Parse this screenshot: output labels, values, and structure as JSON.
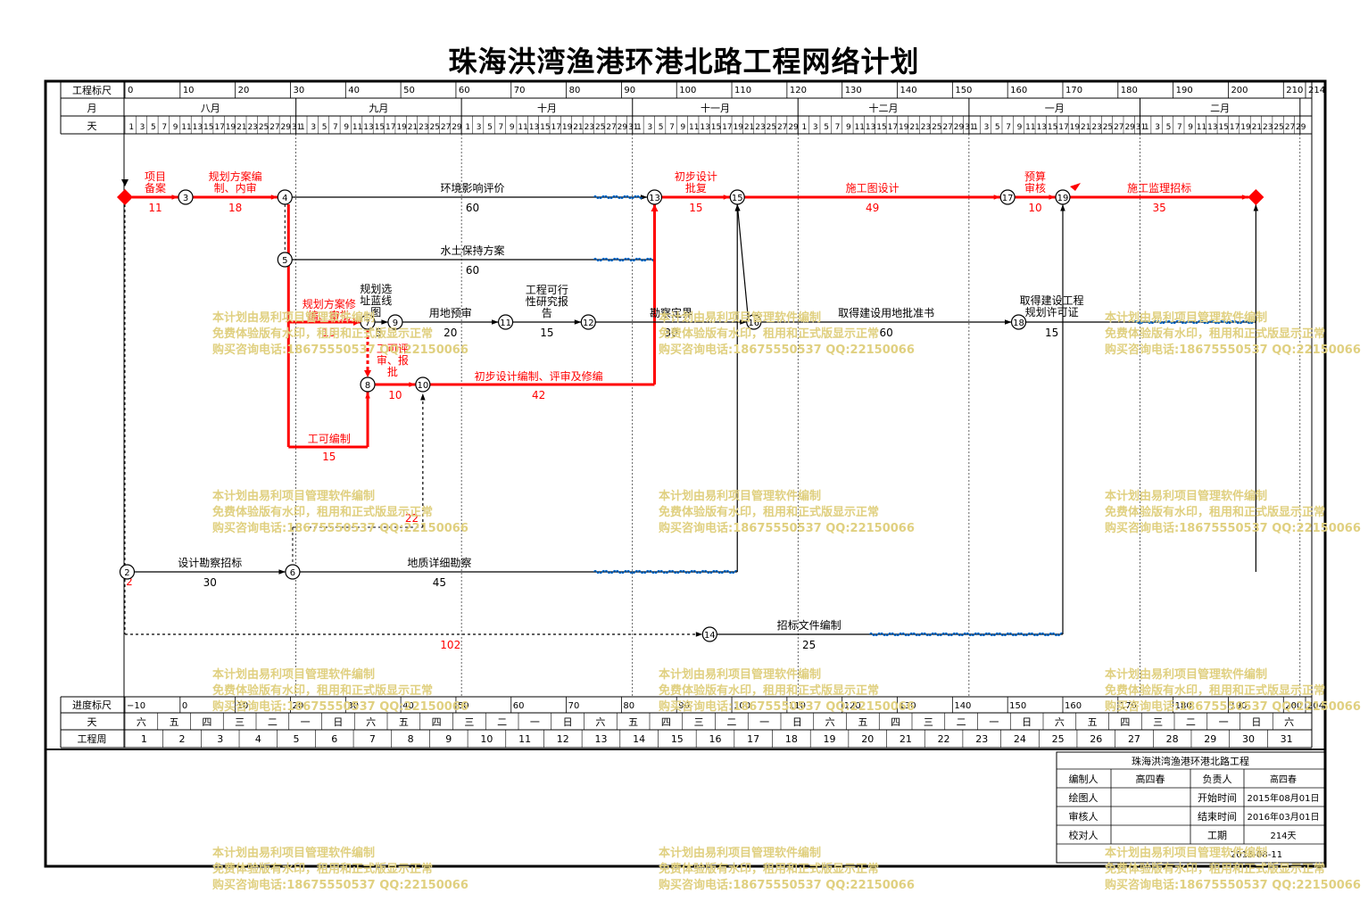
{
  "title": "珠海洪湾渔港环港北路工程网络计划",
  "colors": {
    "critical": "#ff0000",
    "normal": "#000000",
    "free_float": "#0066cc",
    "watermark": "#e0d080"
  },
  "header": {
    "labels": {
      "ruler": "工程标尺",
      "month": "月",
      "day": "天"
    },
    "ruler_ticks": [
      "0",
      "10",
      "20",
      "30",
      "40",
      "50",
      "60",
      "70",
      "80",
      "90",
      "100",
      "110",
      "120",
      "130",
      "140",
      "150",
      "160",
      "170",
      "180",
      "190",
      "200",
      "210",
      "214"
    ],
    "months": [
      {
        "label": "八月",
        "days": 31
      },
      {
        "label": "九月",
        "days": 30
      },
      {
        "label": "十月",
        "days": 31
      },
      {
        "label": "十一月",
        "days": 30
      },
      {
        "label": "十二月",
        "days": 31
      },
      {
        "label": "一月",
        "days": 31
      },
      {
        "label": "二月",
        "days": 29
      }
    ]
  },
  "footer": {
    "labels": {
      "progress": "进度标尺",
      "day": "天",
      "week": "工程周"
    },
    "progress_ticks": [
      "−10",
      "0",
      "10",
      "20",
      "30",
      "40",
      "50",
      "60",
      "70",
      "80",
      "90",
      "100",
      "110",
      "120",
      "130",
      "140",
      "150",
      "160",
      "170",
      "180",
      "190",
      "200",
      "204"
    ],
    "weekdays": [
      "六",
      "五",
      "四",
      "三",
      "二",
      "一",
      "日",
      "六",
      "五",
      "四",
      "三",
      "二",
      "一",
      "日",
      "六",
      "五",
      "四",
      "三",
      "二",
      "一",
      "日",
      "六",
      "五",
      "四",
      "三",
      "二",
      "一",
      "日",
      "六",
      "五",
      "四",
      "三",
      "二",
      "一",
      "日",
      "六"
    ],
    "weeks": [
      "1",
      "2",
      "3",
      "4",
      "5",
      "6",
      "7",
      "8",
      "9",
      "10",
      "11",
      "12",
      "13",
      "14",
      "15",
      "16",
      "17",
      "18",
      "19",
      "20",
      "21",
      "22",
      "23",
      "24",
      "25",
      "26",
      "27",
      "28",
      "29",
      "30",
      "31"
    ]
  },
  "diagram": {
    "nodes": [
      {
        "id": "1",
        "label": "",
        "day": 0,
        "row": "r1",
        "start": true
      },
      {
        "id": "2",
        "label": "2",
        "day": 0.4,
        "row": "r8"
      },
      {
        "id": "3",
        "label": "3",
        "day": 11,
        "row": "r1"
      },
      {
        "id": "4",
        "label": "4",
        "day": 29,
        "row": "r1"
      },
      {
        "id": "5",
        "label": "5",
        "day": 29,
        "row": "r2"
      },
      {
        "id": "6",
        "label": "6",
        "day": 30.4,
        "row": "r8"
      },
      {
        "id": "7",
        "label": "7",
        "day": 44,
        "row": "r3"
      },
      {
        "id": "8",
        "label": "8",
        "day": 44,
        "row": "r4"
      },
      {
        "id": "9",
        "label": "9",
        "day": 49,
        "row": "r3"
      },
      {
        "id": "10",
        "label": "10",
        "day": 54,
        "row": "r4"
      },
      {
        "id": "11",
        "label": "11",
        "day": 69,
        "row": "r3"
      },
      {
        "id": "12",
        "label": "12",
        "day": 84,
        "row": "r3"
      },
      {
        "id": "13",
        "label": "13",
        "day": 96,
        "row": "r1"
      },
      {
        "id": "14",
        "label": "14",
        "day": 106,
        "row": "r9"
      },
      {
        "id": "15",
        "label": "15",
        "day": 111,
        "row": "r1"
      },
      {
        "id": "16",
        "label": "16",
        "day": 114,
        "row": "r3"
      },
      {
        "id": "17",
        "label": "17",
        "day": 160,
        "row": "r1"
      },
      {
        "id": "18",
        "label": "18",
        "day": 162,
        "row": "r3"
      },
      {
        "id": "19",
        "label": "19",
        "day": 170,
        "row": "r1"
      },
      {
        "id": "20",
        "label": "",
        "day": 205,
        "row": "r1",
        "end": true
      }
    ],
    "activities": [
      {
        "name": "项目\n备案",
        "duration": "11",
        "critical": true
      },
      {
        "name": "规划方案编\n制、内审",
        "duration": "18",
        "critical": true
      },
      {
        "name": "环境影响评价",
        "duration": "60",
        "critical": false
      },
      {
        "name": "水土保持方案",
        "duration": "60",
        "critical": false
      },
      {
        "name": "规划方案修\n编、审批",
        "duration": "15",
        "critical": true
      },
      {
        "name": "规划选\n址蓝线\n图",
        "duration": "5",
        "critical": false
      },
      {
        "name": "用地预审",
        "duration": "20",
        "critical": false
      },
      {
        "name": "工程可行\n性研究报\n告",
        "duration": "15",
        "critical": false
      },
      {
        "name": "勘察定界",
        "duration": "30",
        "critical": false
      },
      {
        "name": "取得建设用地批准书",
        "duration": "60",
        "critical": false
      },
      {
        "name": "取得建设工程\n规划许可证",
        "duration": "15",
        "critical": false
      },
      {
        "name": "工可评\n审、报\n批",
        "duration": "10",
        "critical": true
      },
      {
        "name": "初步设计编制、评审及修编",
        "duration": "42",
        "critical": true
      },
      {
        "name": "工可编制",
        "duration": "15",
        "critical": true
      },
      {
        "name": "初步设计\n批复",
        "duration": "15",
        "critical": true
      },
      {
        "name": "施工图设计",
        "duration": "49",
        "critical": true
      },
      {
        "name": "预算\n审核",
        "duration": "10",
        "critical": true
      },
      {
        "name": "施工监理招标",
        "duration": "35",
        "critical": true
      },
      {
        "name": "设计勘察招标",
        "duration": "30",
        "critical": false
      },
      {
        "name": "地质详细勘察",
        "duration": "45",
        "critical": false
      },
      {
        "name": "招标文件编制",
        "duration": "25",
        "critical": false
      }
    ],
    "lag_labels": [
      "2",
      "22",
      "102"
    ]
  },
  "info_table": {
    "project": "珠海洪湾渔港环港北路工程",
    "rows": [
      {
        "k1": "编制人",
        "v1": "高四春",
        "k2": "负责人",
        "v2": "高四春"
      },
      {
        "k1": "绘图人",
        "v1": "",
        "k2": "开始时间",
        "v2": "2015年08月01日"
      },
      {
        "k1": "审核人",
        "v1": "",
        "k2": "结束时间",
        "v2": "2016年03月01日"
      },
      {
        "k1": "校对人",
        "v1": "",
        "k2": "工期",
        "v2": "214天"
      }
    ],
    "date": "2015-08-11"
  },
  "watermark": {
    "line1": "本计划由易利项目管理软件编制",
    "line2": "免费体验版有水印，租用和正式版显示正常",
    "line3": "购买咨询电话:18675550537 QQ:22150066"
  }
}
